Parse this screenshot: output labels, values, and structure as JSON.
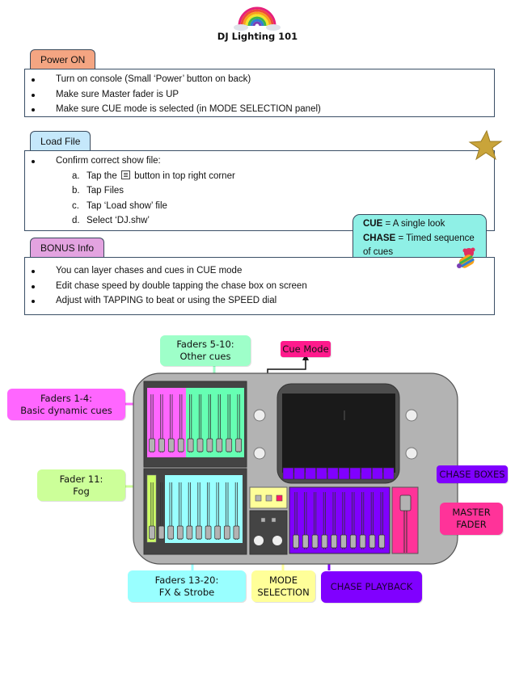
{
  "header": {
    "title": "DJ Lighting 101",
    "logo_icon": "rainbow-icon"
  },
  "sections": [
    {
      "tab": "Power ON",
      "color": "#f4a582",
      "bullets": [
        "Turn on console (Small ‘Power’ button on back)",
        "Make sure Master fader is UP",
        "Make sure CUE mode is selected (in MODE SELECTION panel)"
      ]
    },
    {
      "tab": "Load File",
      "color": "#c5e8fb",
      "bullet": "Confirm correct show file:",
      "steps": [
        {
          "letter": "a.",
          "pre": "Tap the",
          "icon": "menu-icon",
          "post": "button in top right corner"
        },
        {
          "letter": "b.",
          "text": "Tap Files"
        },
        {
          "letter": "c.",
          "text": "Tap ‘Load show’ file"
        },
        {
          "letter": "d.",
          "text": "Select ‘DJ.shw’"
        }
      ]
    },
    {
      "tab": "BONUS Info",
      "color": "#e3a3e0",
      "bullets": [
        "You can layer chases and cues in CUE mode",
        "Edit chase speed by double tapping the chase box on screen",
        "Adjust with TAPPING to beat or using the SPEED dial"
      ]
    }
  ],
  "note": {
    "line1_bold": "CUE",
    "line1_rest": " = A single look",
    "line2_bold": "CHASE",
    "line2_rest": " = Timed sequence",
    "line3": "of cues",
    "color": "#8ff0e6"
  },
  "stickers": {
    "star": "star-sticker",
    "bear": "bear-sticker"
  },
  "diagram": {
    "labels": {
      "faders_5_10": {
        "line1": "Faders 5-10:",
        "line2": "Other cues",
        "color": "#9effc9"
      },
      "cue_mode": {
        "line1": "Cue Mode",
        "color": "#ff1a8c"
      },
      "faders_1_4": {
        "line1": "Faders 1-4:",
        "line2": "Basic dynamic cues",
        "color": "#ff66ff"
      },
      "fader_11": {
        "line1": "Fader 11:",
        "line2": "Fog",
        "color": "#ccff99"
      },
      "chase_boxes": {
        "line1": "CHASE BOXES",
        "color": "#8000ff"
      },
      "master_fader": {
        "line1": "MASTER",
        "line2": "FADER",
        "color": "#ff3399"
      },
      "faders_13_20": {
        "line1": "Faders 13-20:",
        "line2": "FX & Strobe",
        "color": "#99ffff"
      },
      "mode_selection": {
        "line1": "MODE",
        "line2": "SELECTION",
        "color": "#ffff99"
      },
      "chase_playback": {
        "line1": "CHASE PLAYBACK",
        "color": "#8000ff"
      }
    },
    "counts": {
      "top_faders": 10,
      "bottom_faders": 10,
      "chase_faders": 10,
      "chase_boxes": 10,
      "mode_buttons": 3
    }
  }
}
